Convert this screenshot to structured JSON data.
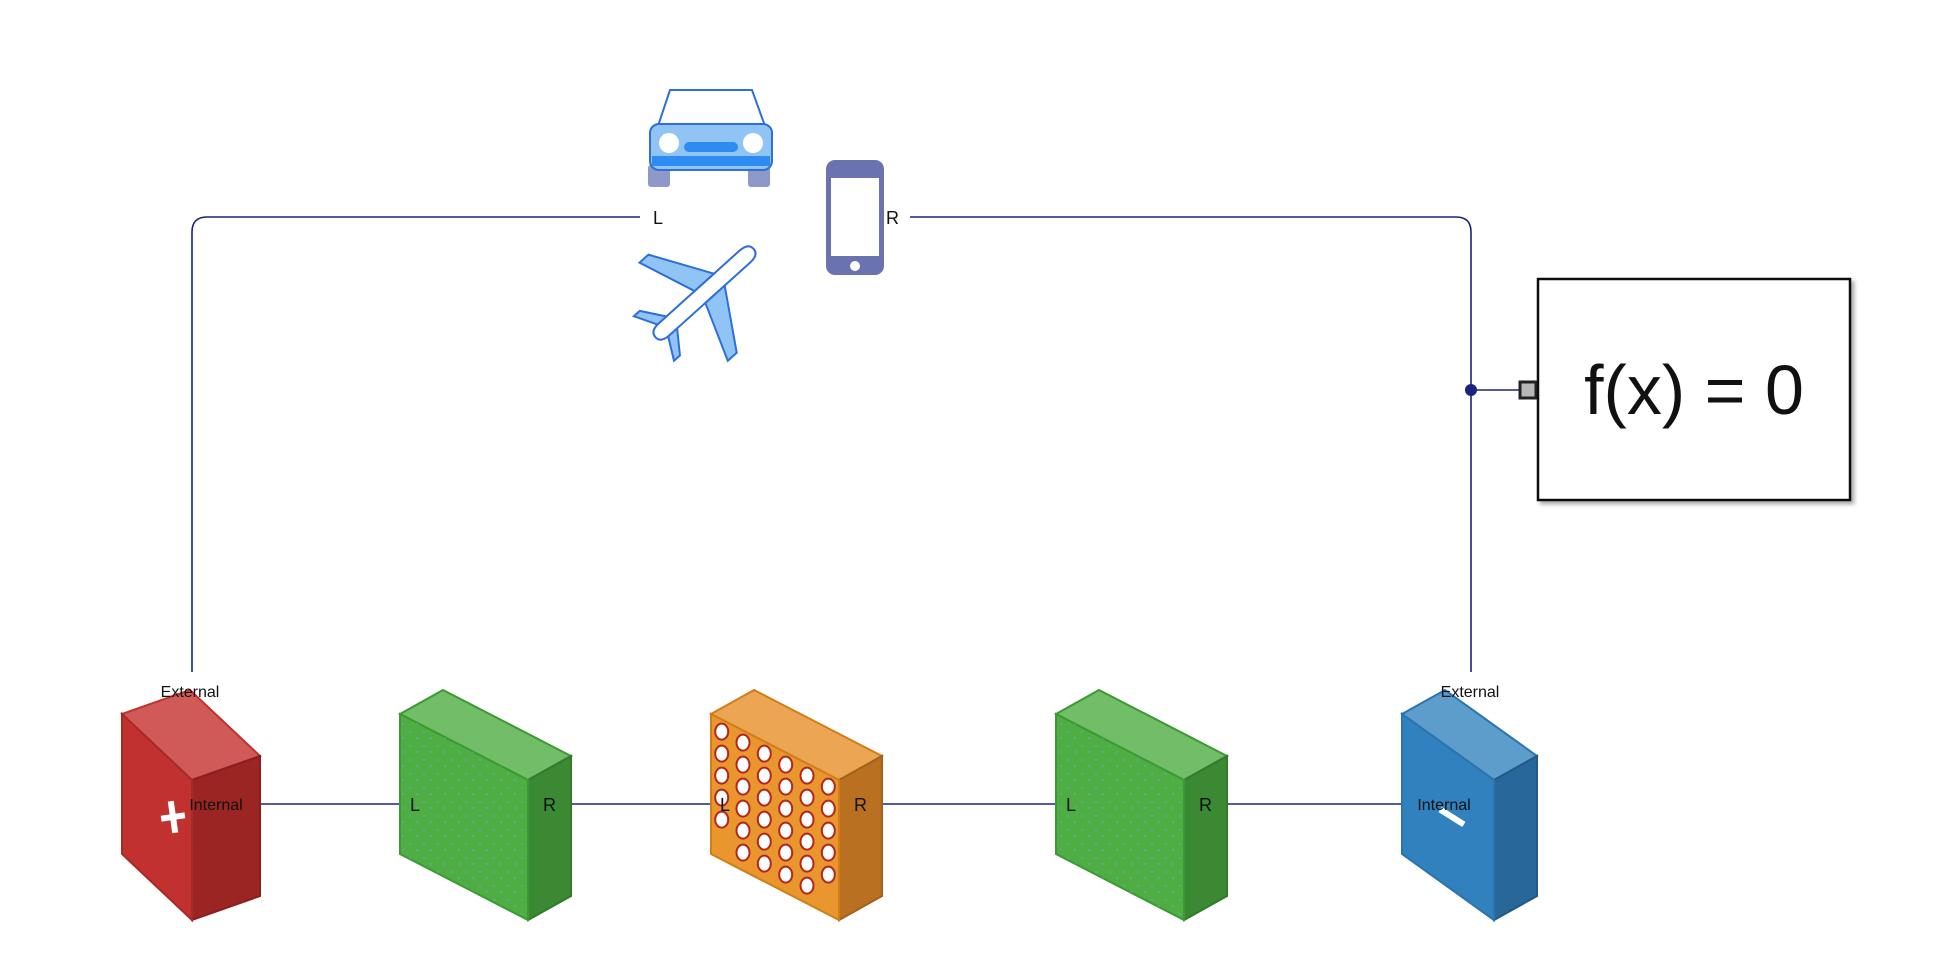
{
  "blocks": {
    "source_pos": {
      "icon": "plus-icon",
      "port_external": "External",
      "port_internal": "Internal",
      "color_front": "#c0312f",
      "color_top": "#d05a58",
      "color_side": "#9b2523"
    },
    "layer1": {
      "port_left": "L",
      "port_right": "R",
      "color_front": "#4fae43",
      "color_top": "#72bd68",
      "color_side": "#3b8a33"
    },
    "layer2": {
      "port_left": "L",
      "port_right": "R",
      "color_front": "#e8962d",
      "color_top": "#eca552",
      "color_side": "#b97020"
    },
    "layer3": {
      "port_left": "L",
      "port_right": "R",
      "color_front": "#4fae43",
      "color_top": "#72bd68",
      "color_side": "#3b8a33"
    },
    "source_neg": {
      "icon": "minus-icon",
      "port_external": "External",
      "port_internal": "Internal",
      "color_front": "#3181bf",
      "color_top": "#5c9dcc",
      "color_side": "#27679a"
    }
  },
  "subsystem": {
    "icons": [
      "car-icon",
      "airplane-icon",
      "phone-icon"
    ],
    "port_left": "L",
    "port_right": "R"
  },
  "solver": {
    "label": "f(x) = 0"
  },
  "colors": {
    "wire": "#1a237e"
  }
}
